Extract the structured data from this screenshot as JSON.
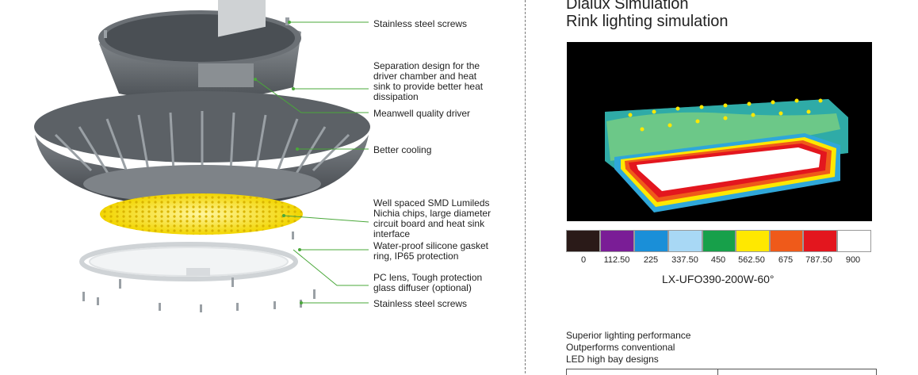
{
  "callouts": [
    "Stainless steel screws",
    "Separation design for the driver chamber and heat sink to provide better heat dissipation",
    "Meanwell quality driver",
    "Better cooling",
    "Well spaced SMD Lumileds Nichia chips, large diameter circuit board and heat sink interface",
    "Water-proof silicone gasket ring, IP65 protection",
    "PC lens, Tough protection glass diffuser (optional)",
    "Stainless steel screws"
  ],
  "simulation": {
    "title_line1": "Dialux Simulation",
    "title_line2": "Rink lighting simulation",
    "scale_labels": [
      "0",
      "112.50",
      "225",
      "337.50",
      "450",
      "562.50",
      "675",
      "787.50",
      "900"
    ],
    "scale_colors": [
      "#2a1a18",
      "#7a1d96",
      "#1a8fd8",
      "#a8d8f5",
      "#17a04a",
      "#ffe800",
      "#ef5a1a",
      "#e3161e",
      "#ffffff"
    ],
    "model": "LX-UFO390-200W-60°"
  },
  "bottom_text": {
    "line1": "Superior lighting performance",
    "line2": "Outperforms conventional",
    "line3": "LED high bay designs"
  }
}
